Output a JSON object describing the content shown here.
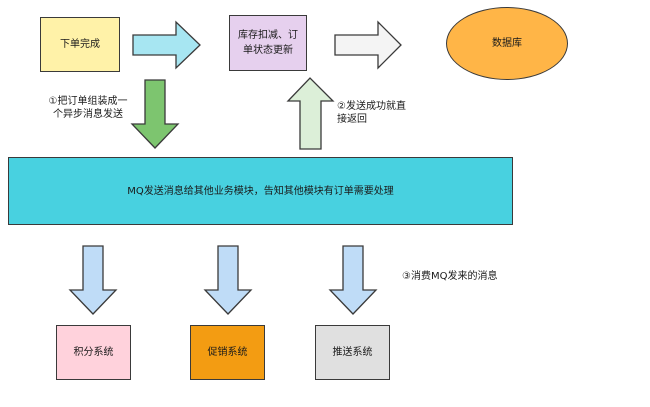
{
  "nodes": {
    "order_done": {
      "label": "下单完成",
      "fill": "#fff2a8"
    },
    "inventory": {
      "label": "库存扣减、订单状态更新",
      "fill": "#e6d0ee"
    },
    "database": {
      "label": "数据库",
      "fill": "#ffb547"
    },
    "mq": {
      "label": "MQ发送消息给其他业务模块，告知其他模块有订单需要处理",
      "fill": "#48d1e0"
    },
    "points": {
      "label": "积分系统",
      "fill": "#ffd2dc"
    },
    "promo": {
      "label": "促销系统",
      "fill": "#f39c12"
    },
    "push": {
      "label": "推送系统",
      "fill": "#e0e0e0"
    }
  },
  "notes": {
    "step1": "①把订单组装成一个异步消息发送",
    "step2": "②发送成功就直接返回",
    "step3": "③消费MQ发来的消息"
  },
  "colors": {
    "arrow_blue": "#a7e6f2",
    "arrow_white": "#f4f4f4",
    "arrow_green_dark": "#7dc56f",
    "arrow_green_light": "#dcefd8",
    "arrow_down_blue": "#bfdcf7"
  }
}
